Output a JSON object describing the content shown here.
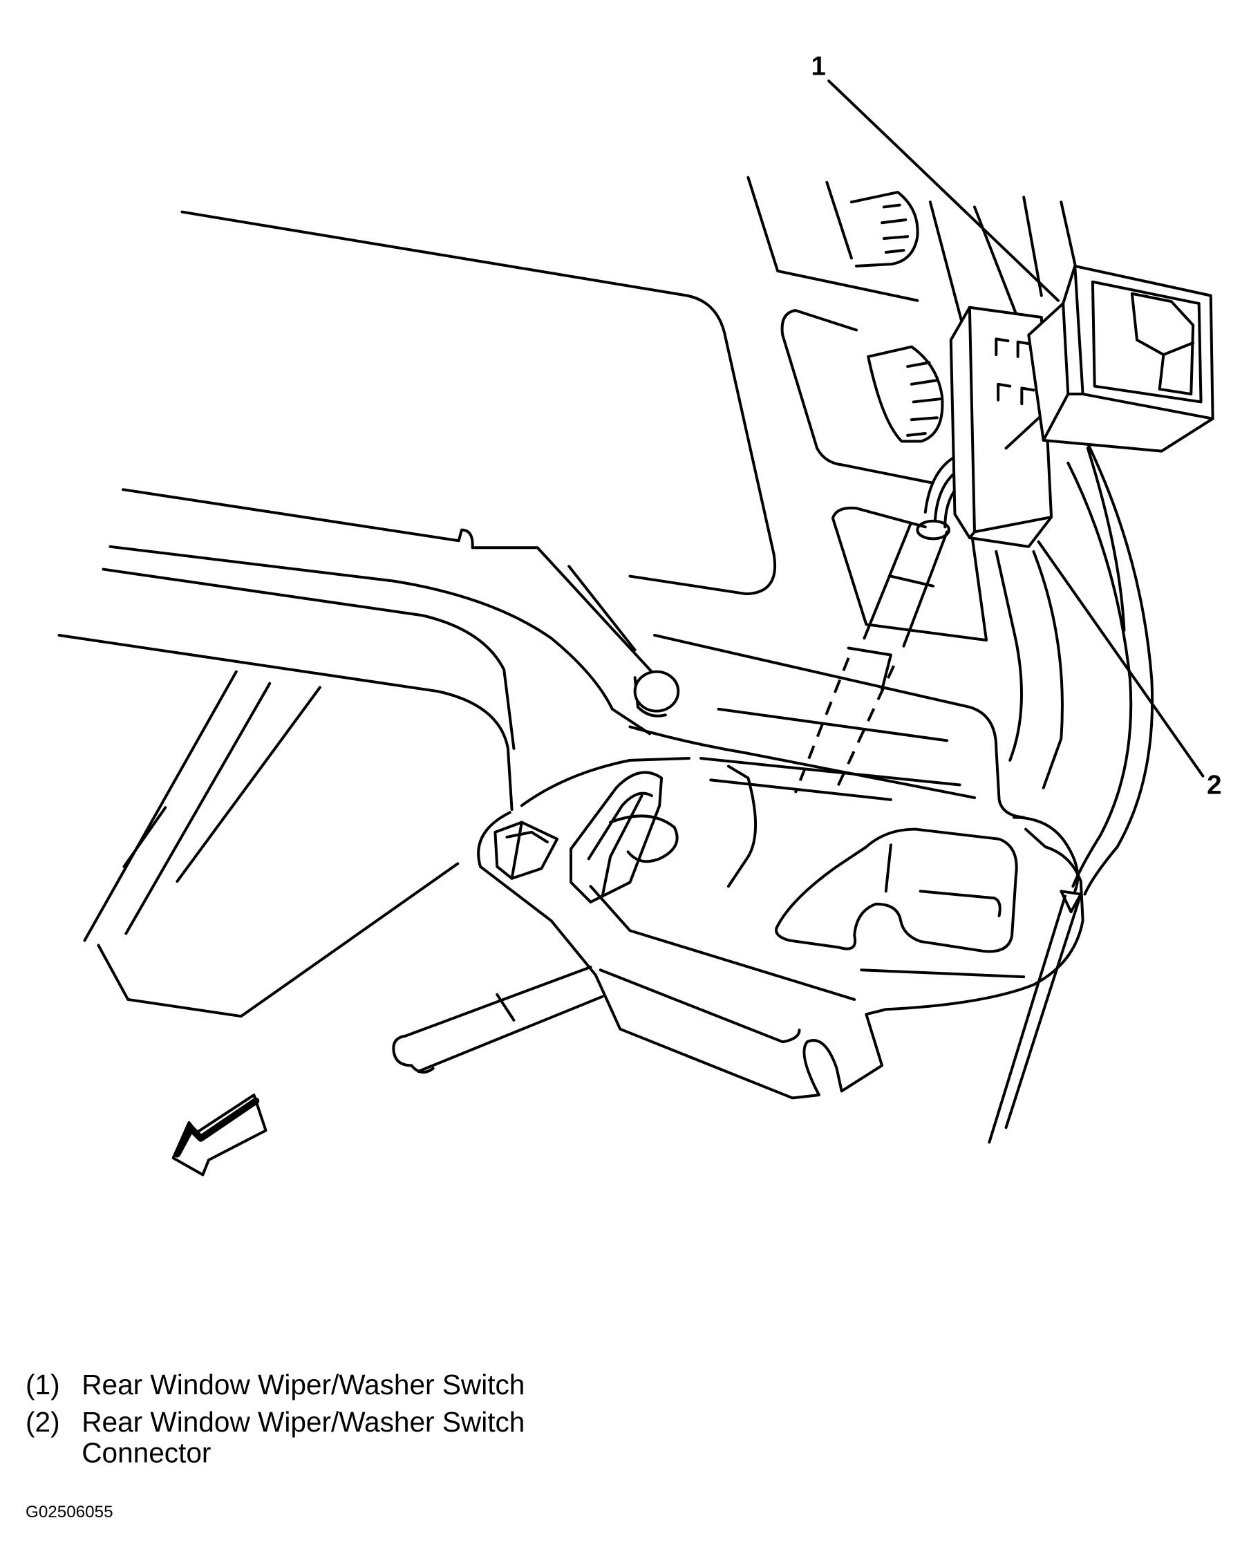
{
  "figure": {
    "callouts": [
      {
        "number": "1"
      },
      {
        "number": "2"
      }
    ],
    "legend": [
      {
        "index": "(1)",
        "lines": [
          "Rear Window Wiper/Washer Switch"
        ]
      },
      {
        "index": "(2)",
        "lines": [
          "Rear Window Wiper/Washer Switch",
          "Connector"
        ]
      }
    ],
    "figure_id": "G02506055"
  }
}
